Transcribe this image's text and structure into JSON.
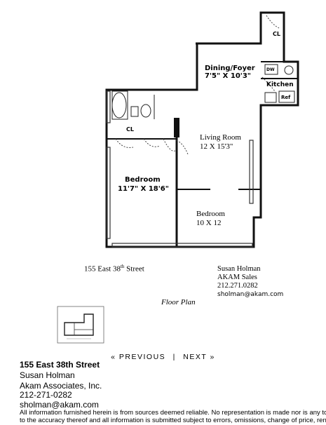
{
  "floorplan": {
    "rooms": {
      "dining": {
        "name": "Dining/Foyer",
        "size": "7'5\" X 10'3\""
      },
      "kitchen": {
        "name": "Kitchen",
        "dw": "DW",
        "ref": "Ref"
      },
      "closet_top": "CL",
      "closet_bed": "CL",
      "living": {
        "name": "Living Room",
        "size": "12 X 15'3\""
      },
      "bedroom1": {
        "name": "Bedroom",
        "size": "11'7\" X 18'6\""
      },
      "bedroom2": {
        "name": "Bedroom",
        "size": "10 X 12"
      }
    },
    "address": {
      "text": "155 East 38",
      "sup": "th",
      "street": " Street"
    },
    "agent": {
      "name": "Susan Holman",
      "company": "AKAM Sales",
      "phone": "212.271.0282",
      "email": "sholman@akam.com"
    },
    "caption": "Floor Plan"
  },
  "nav": {
    "previous": "« PREVIOUS",
    "separator": "|",
    "next": "NEXT »"
  },
  "contact": {
    "title": "155 East 38th Street",
    "name": "Susan Holman",
    "company": "Akam Associates, Inc.",
    "phone": "212-271-0282",
    "email": "sholman@akam.com"
  },
  "disclaimer": {
    "line1": "All information furnished herein is from sources deemed reliable. No representation is made nor is any to be im",
    "line2": "to the accuracy thereof and all information is submitted subject to errors, omissions, change of price, rental or other"
  }
}
